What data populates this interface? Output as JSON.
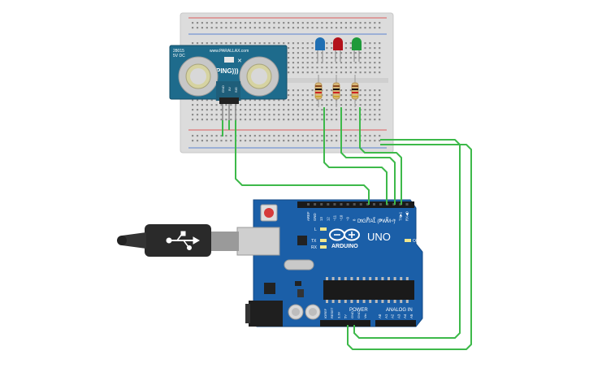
{
  "sensor": {
    "part_no": "28015",
    "voltage": "5V DC",
    "website": "www.PARALLAX.com",
    "brand": "PING)))",
    "pins": [
      "GND",
      "5V",
      "SIG"
    ]
  },
  "leds": [
    {
      "name": "blue-led",
      "color": "#1f6fb3"
    },
    {
      "name": "red-led",
      "color": "#b3121b"
    },
    {
      "name": "green-led",
      "color": "#1e9a3a"
    }
  ],
  "arduino": {
    "board_color": "#1b5fa8",
    "brand": "ARDUINO",
    "model": "UNO",
    "digital_label": "DIGITAL (PWM~)",
    "power_label": "POWER",
    "analog_label": "ANALOG IN",
    "led_labels": [
      "L",
      "TX",
      "RX",
      "ON"
    ],
    "top_header": [
      "AREF",
      "GND",
      "13",
      "12",
      "~11",
      "~10",
      "~9",
      "8",
      "7",
      "~6",
      "~5",
      "4",
      "~3",
      "2",
      "TX▶1",
      "RX◀0"
    ],
    "power_pins": [
      "IOREF",
      "RESET",
      "3.3V",
      "5V",
      "GND",
      "GND",
      "Vin"
    ],
    "analog_pins": [
      "A0",
      "A1",
      "A2",
      "A3",
      "A4",
      "A5"
    ]
  },
  "wire_color": "#3db94a"
}
